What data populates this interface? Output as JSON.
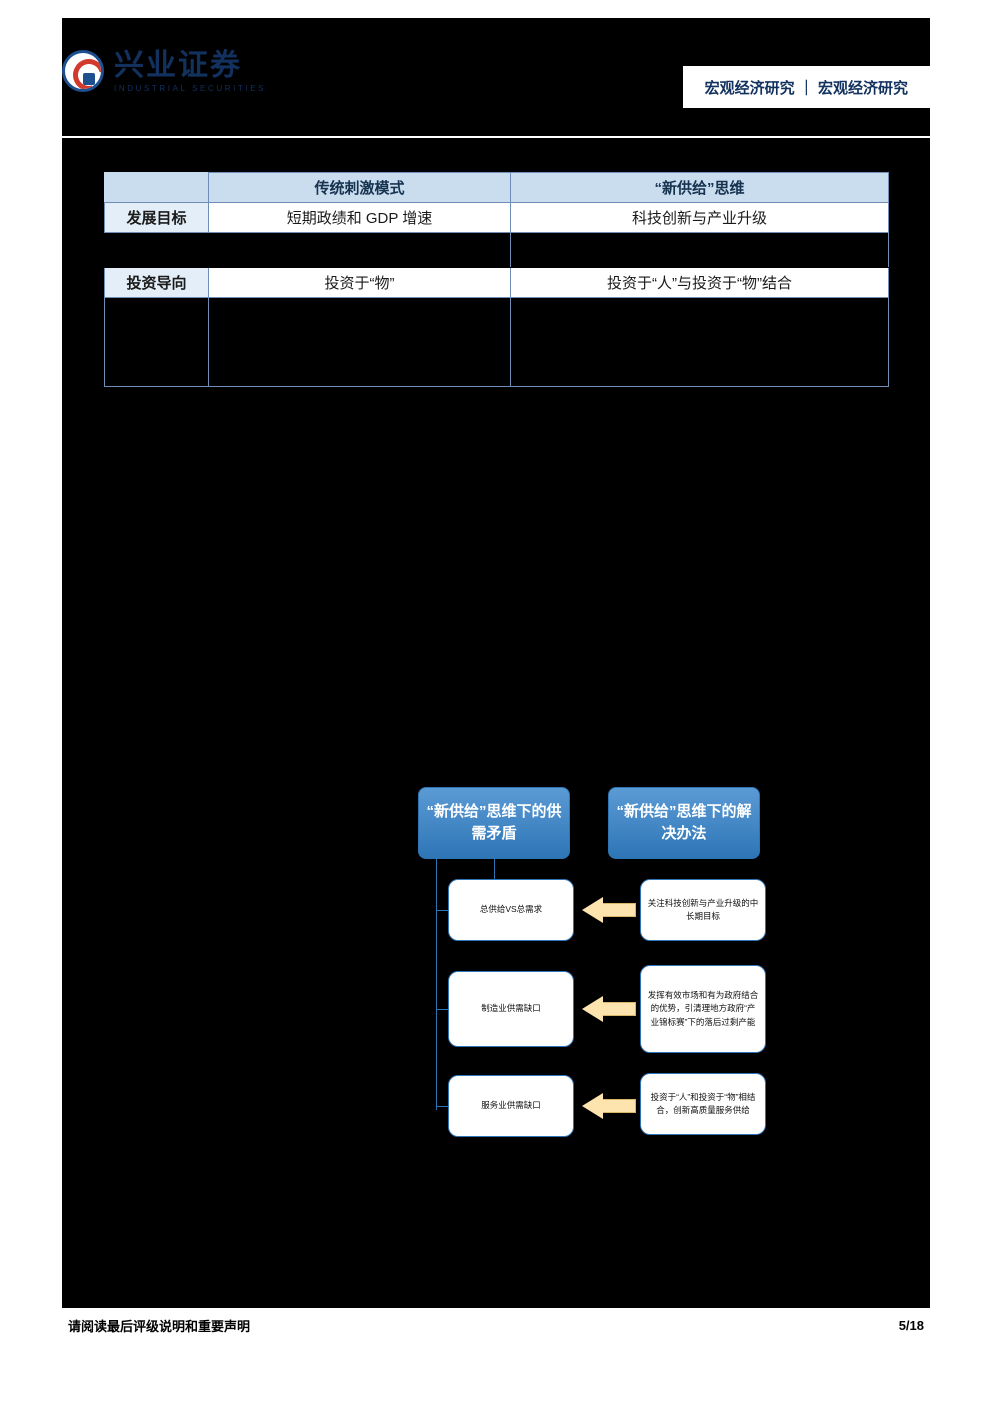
{
  "header": {
    "logo_cn": "兴业证券",
    "logo_en": "INDUSTRIAL SECURITIES",
    "band_text": "宏观经济研究 ｜ 宏观经济研究"
  },
  "table": {
    "columns": [
      "",
      "传统刺激模式",
      "“新供给”思维"
    ],
    "rows": [
      {
        "label": "发展目标",
        "col1": "短期政绩和 GDP 增速",
        "col2": "科技创新与产业升级",
        "style": "filled"
      },
      {
        "label": "",
        "col1": "",
        "col2": "",
        "style": "blank"
      },
      {
        "label": "投资导向",
        "col1": "投资于“物”",
        "col2": "投资于“人”与投资于“物”结合",
        "style": "filled"
      },
      {
        "label": "",
        "col1": "",
        "col2": "",
        "style": "tall-blank"
      }
    ]
  },
  "diagram": {
    "head_left": "“新供给”思维下的供需矛盾",
    "head_right": "“新供给”思维下的解决办法",
    "left_items": [
      "总供给VS总需求",
      "制造业供需缺口",
      "服务业供需缺口"
    ],
    "right_items": [
      "关注科技创新与产业升级的中长期目标",
      "发挥有效市场和有为政府结合的优势，引清理地方政府“产业锦标赛”下的落后过剩产能",
      "投资于“人”和投资于“物”相结合，创新高质量服务供给"
    ],
    "arrow_count": 3
  },
  "footer": {
    "note": "请阅读最后评级说明和重要声明",
    "page": "5/18"
  }
}
